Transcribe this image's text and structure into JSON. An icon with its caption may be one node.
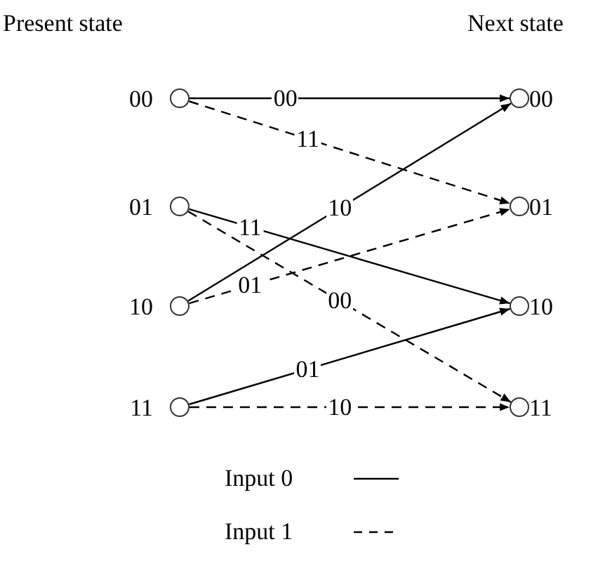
{
  "diagram": {
    "nodes": [
      {
        "text": [],
        "shape": "circle",
        "beside": [
          "00"
        ]
      },
      {
        "text": [],
        "shape": "circle",
        "beside": [
          "01"
        ]
      },
      {
        "text": [],
        "shape": "circle",
        "beside": [
          "10"
        ]
      },
      {
        "text": [],
        "shape": "circle",
        "beside": [
          "11"
        ]
      },
      {
        "text": [],
        "shape": "circle",
        "beside": [
          "00"
        ]
      },
      {
        "text": [],
        "shape": "circle",
        "beside": [
          "01"
        ]
      },
      {
        "text": [],
        "shape": "circle",
        "beside": [
          "10"
        ]
      },
      {
        "text": [],
        "shape": "circle",
        "beside": [
          "11"
        ]
      }
    ],
    "edges": [
      {
        "from": 0,
        "to": 4,
        "arrow": "to",
        "label": "00"
      },
      {
        "from": 0,
        "to": 5,
        "arrow": "to",
        "label": "11",
        "style": "dashed"
      },
      {
        "from": 1,
        "to": 6,
        "arrow": "to",
        "label": "11"
      },
      {
        "from": 1,
        "to": 7,
        "arrow": "to",
        "label": "00",
        "style": "dashed"
      },
      {
        "from": 2,
        "to": 4,
        "arrow": "to",
        "label": "10"
      },
      {
        "from": 2,
        "to": 5,
        "arrow": "to",
        "label": "01",
        "style": "dashed"
      },
      {
        "from": 3,
        "to": 6,
        "arrow": "to",
        "label": "01"
      },
      {
        "from": 3,
        "to": 7,
        "arrow": "to",
        "label": "10",
        "style": "dashed"
      }
    ],
    "labels": [
      "Present state",
      "Next state"
    ],
    "legend": [
      {
        "text": "Input 0"
      },
      {
        "text": "Input 1"
      }
    ]
  }
}
